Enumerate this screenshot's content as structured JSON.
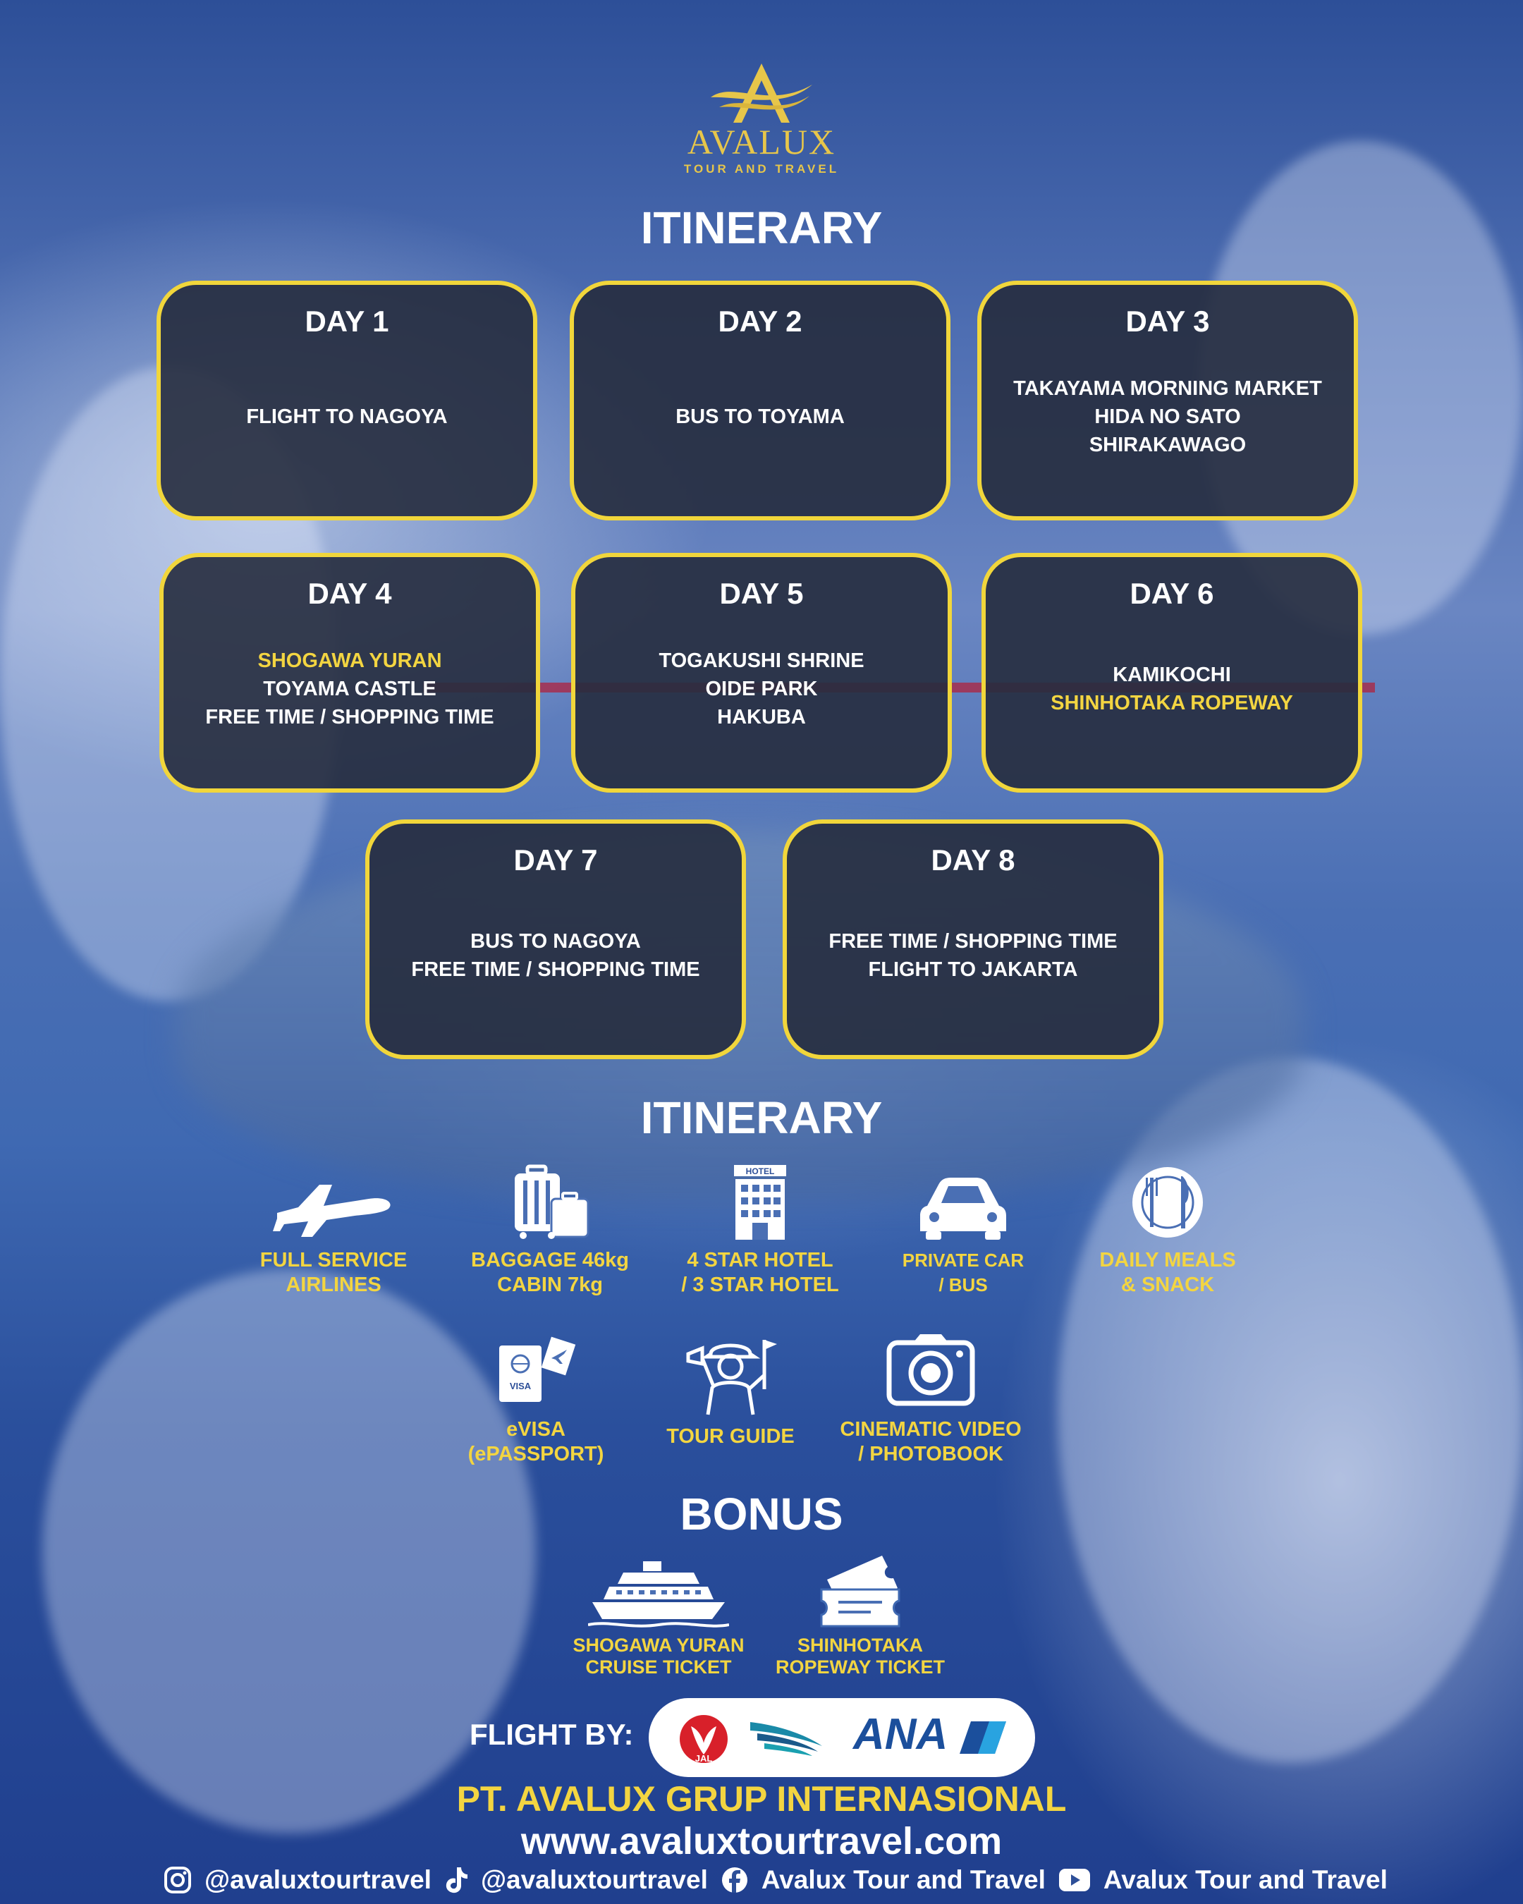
{
  "brand": {
    "name": "AVALUX",
    "subtitle": "TOUR AND TRAVEL"
  },
  "itinerary_heading": "ITINERARY",
  "days": [
    {
      "title": "DAY 1",
      "activities": [
        {
          "text": "FLIGHT TO NAGOYA",
          "highlight": false
        }
      ]
    },
    {
      "title": "DAY 2",
      "activities": [
        {
          "text": "BUS TO TOYAMA",
          "highlight": false
        }
      ]
    },
    {
      "title": "DAY 3",
      "activities": [
        {
          "text": "TAKAYAMA MORNING MARKET",
          "highlight": false
        },
        {
          "text": "HIDA NO SATO",
          "highlight": false
        },
        {
          "text": "SHIRAKAWAGO",
          "highlight": false
        }
      ]
    },
    {
      "title": "DAY 4",
      "activities": [
        {
          "text": "SHOGAWA YURAN",
          "highlight": true
        },
        {
          "text": "TOYAMA CASTLE",
          "highlight": false
        },
        {
          "text": "FREE TIME / SHOPPING TIME",
          "highlight": false
        }
      ]
    },
    {
      "title": "DAY 5",
      "activities": [
        {
          "text": "TOGAKUSHI SHRINE",
          "highlight": false
        },
        {
          "text": "OIDE PARK",
          "highlight": false
        },
        {
          "text": "HAKUBA",
          "highlight": false
        }
      ]
    },
    {
      "title": "DAY 6",
      "activities": [
        {
          "text": "KAMIKOCHI",
          "highlight": false
        },
        {
          "text": "SHINHOTAKA ROPEWAY",
          "highlight": true
        }
      ]
    },
    {
      "title": "DAY 7",
      "activities": [
        {
          "text": "BUS TO NAGOYA",
          "highlight": false
        },
        {
          "text": "FREE TIME / SHOPPING TIME",
          "highlight": false
        }
      ]
    },
    {
      "title": "DAY 8",
      "activities": [
        {
          "text": "FREE TIME / SHOPPING TIME",
          "highlight": false
        },
        {
          "text": "FLIGHT TO JAKARTA",
          "highlight": false
        }
      ]
    }
  ],
  "facilities_heading": "ITINERARY",
  "facilities": [
    {
      "icon": "airplane-icon",
      "lines": [
        "FULL SERVICE",
        "AIRLINES"
      ]
    },
    {
      "icon": "luggage-icon",
      "lines": [
        "BAGGAGE 46kg",
        "CABIN 7kg"
      ]
    },
    {
      "icon": "hotel-icon",
      "icon_text": "HOTEL",
      "lines": [
        "4 STAR HOTEL",
        "/ 3 STAR HOTEL"
      ]
    },
    {
      "icon": "car-icon",
      "lines": [
        "PRIVATE CAR",
        "/ BUS"
      ]
    },
    {
      "icon": "meals-icon",
      "lines": [
        "DAILY MEALS",
        "& SNACK"
      ]
    },
    {
      "icon": "visa-icon",
      "icon_text": "VISA",
      "lines": [
        "eVISA",
        "(ePASSPORT)"
      ]
    },
    {
      "icon": "tour-guide-icon",
      "lines": [
        "TOUR GUIDE"
      ]
    },
    {
      "icon": "camera-icon",
      "lines": [
        "CINEMATIC VIDEO",
        "/ PHOTOBOOK"
      ]
    }
  ],
  "bonus_heading": "BONUS",
  "bonus": [
    {
      "icon": "cruise-ship-icon",
      "lines": [
        "SHOGAWA YURAN",
        "CRUISE TICKET"
      ]
    },
    {
      "icon": "ticket-icon",
      "lines": [
        "SHINHOTAKA",
        "ROPEWAY TICKET"
      ]
    }
  ],
  "flight_by": {
    "label": "FLIGHT BY:",
    "airlines": [
      "JAL",
      "Garuda Indonesia",
      "ANA"
    ],
    "jal_text": "JAL",
    "ana_text": "ANA"
  },
  "company": "PT. AVALUX GRUP INTERNASIONAL",
  "website": "www.avaluxtourtravel.com",
  "socials": [
    {
      "icon": "instagram-icon",
      "handle": "@avaluxtourtravel"
    },
    {
      "icon": "tiktok-icon",
      "handle": "@avaluxtourtravel"
    },
    {
      "icon": "facebook-icon",
      "handle": "Avalux Tour and Travel"
    },
    {
      "icon": "youtube-icon",
      "handle": "Avalux Tour and Travel"
    }
  ],
  "colors": {
    "accent_yellow": "#f3d541",
    "card_border": "#f1d63b",
    "card_bg": "#262c3e",
    "background": "#3f69b2",
    "ana_blue": "#1b4f9c",
    "jal_red": "#d8202a"
  }
}
